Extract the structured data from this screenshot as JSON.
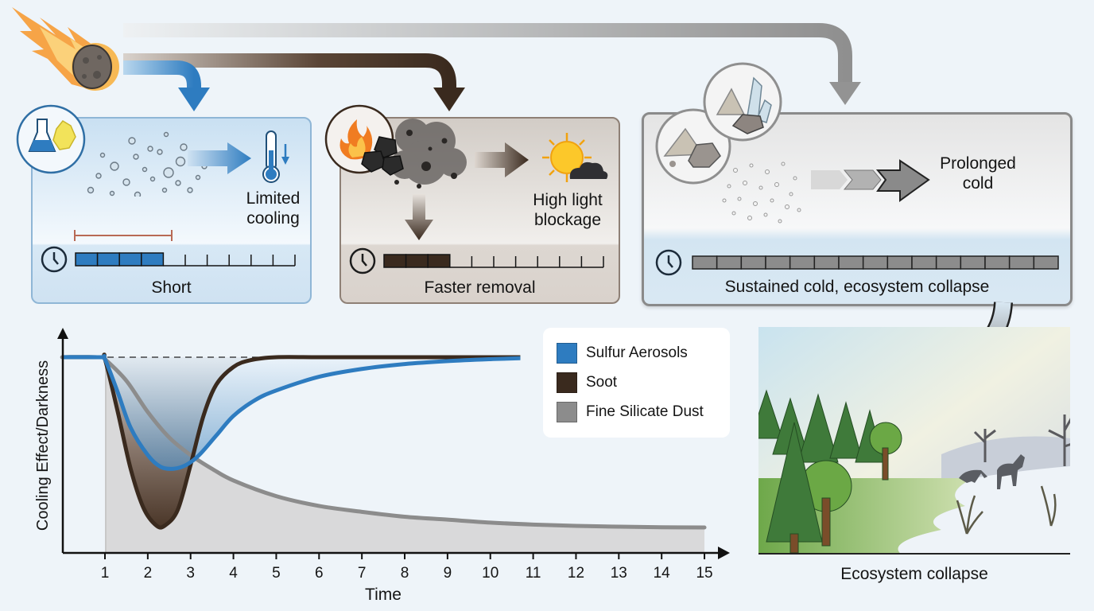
{
  "colors": {
    "sulfur": "#2e7cc0",
    "soot": "#3a2a1e",
    "dust": "#8c8c8c",
    "background": "#eef4f9"
  },
  "panels": {
    "sulfur": {
      "outcome_line1": "Limited",
      "outcome_line2": "cooling",
      "duration_label": "Short",
      "filled_segments": 4,
      "total_segments": 10,
      "icons": [
        "meteor-icon",
        "flask-icon",
        "sulfur-crystal-icon",
        "thermometer-down-icon",
        "clock-icon"
      ]
    },
    "soot": {
      "outcome_line1": "High light",
      "outcome_line2": "blockage",
      "duration_label": "Faster removal",
      "filled_segments": 3,
      "total_segments": 10,
      "icons": [
        "fire-icon",
        "coal-icon",
        "smoke-cloud-icon",
        "sun-cloud-icon",
        "clock-icon"
      ]
    },
    "dust": {
      "outcome_line1": "Prolonged",
      "outcome_line2": "cold",
      "duration_label": "Sustained cold, ecosystem collapse",
      "filled_segments": 15,
      "total_segments": 15,
      "icons": [
        "rock-pile-icon",
        "crystal-icon",
        "clock-icon"
      ]
    }
  },
  "ecosystem": {
    "caption": "Ecosystem collapse"
  },
  "chart_data": {
    "type": "line",
    "title": "",
    "xlabel": "Time",
    "ylabel": "Cooling Effect/Darkness",
    "xlim": [
      0,
      15.5
    ],
    "ylim": [
      0,
      1
    ],
    "x_ticks": [
      "1",
      "2",
      "3",
      "4",
      "5",
      "6",
      "7",
      "8",
      "9",
      "10",
      "11",
      "12",
      "13",
      "14",
      "15"
    ],
    "baseline_dashed": true,
    "legend_position": "top-right",
    "series": [
      {
        "name": "Sulfur Aerosols",
        "color": "#2e7cc0",
        "x": [
          0,
          0.9,
          1,
          1.3,
          1.6,
          2,
          2.3,
          2.6,
          2.9,
          3.2,
          3.6,
          4,
          4.5,
          5,
          6,
          7,
          8,
          9,
          10,
          10.7
        ],
        "y": [
          0,
          0,
          0.01,
          0.18,
          0.36,
          0.5,
          0.56,
          0.57,
          0.55,
          0.5,
          0.4,
          0.3,
          0.22,
          0.17,
          0.1,
          0.06,
          0.035,
          0.02,
          0.01,
          0.005
        ]
      },
      {
        "name": "Soot",
        "color": "#3a2a1e",
        "x": [
          0,
          0.9,
          1,
          1.3,
          1.6,
          1.9,
          2.2,
          2.4,
          2.7,
          3,
          3.3,
          3.6,
          4,
          4.4,
          5,
          6,
          8,
          10.7
        ],
        "y": [
          0,
          0,
          0.01,
          0.28,
          0.57,
          0.77,
          0.86,
          0.86,
          0.78,
          0.55,
          0.3,
          0.14,
          0.05,
          0.015,
          0,
          0,
          0,
          0
        ]
      },
      {
        "name": "Fine Silicate Dust",
        "color": "#8c8c8c",
        "x": [
          0,
          0.9,
          1,
          1.5,
          2,
          2.5,
          3,
          3.5,
          4,
          5,
          6,
          7,
          8,
          9,
          10,
          11,
          12,
          13,
          14,
          15
        ],
        "y": [
          0,
          0,
          0.01,
          0.12,
          0.28,
          0.41,
          0.5,
          0.57,
          0.63,
          0.71,
          0.76,
          0.79,
          0.815,
          0.83,
          0.845,
          0.855,
          0.862,
          0.866,
          0.869,
          0.87
        ]
      }
    ]
  }
}
